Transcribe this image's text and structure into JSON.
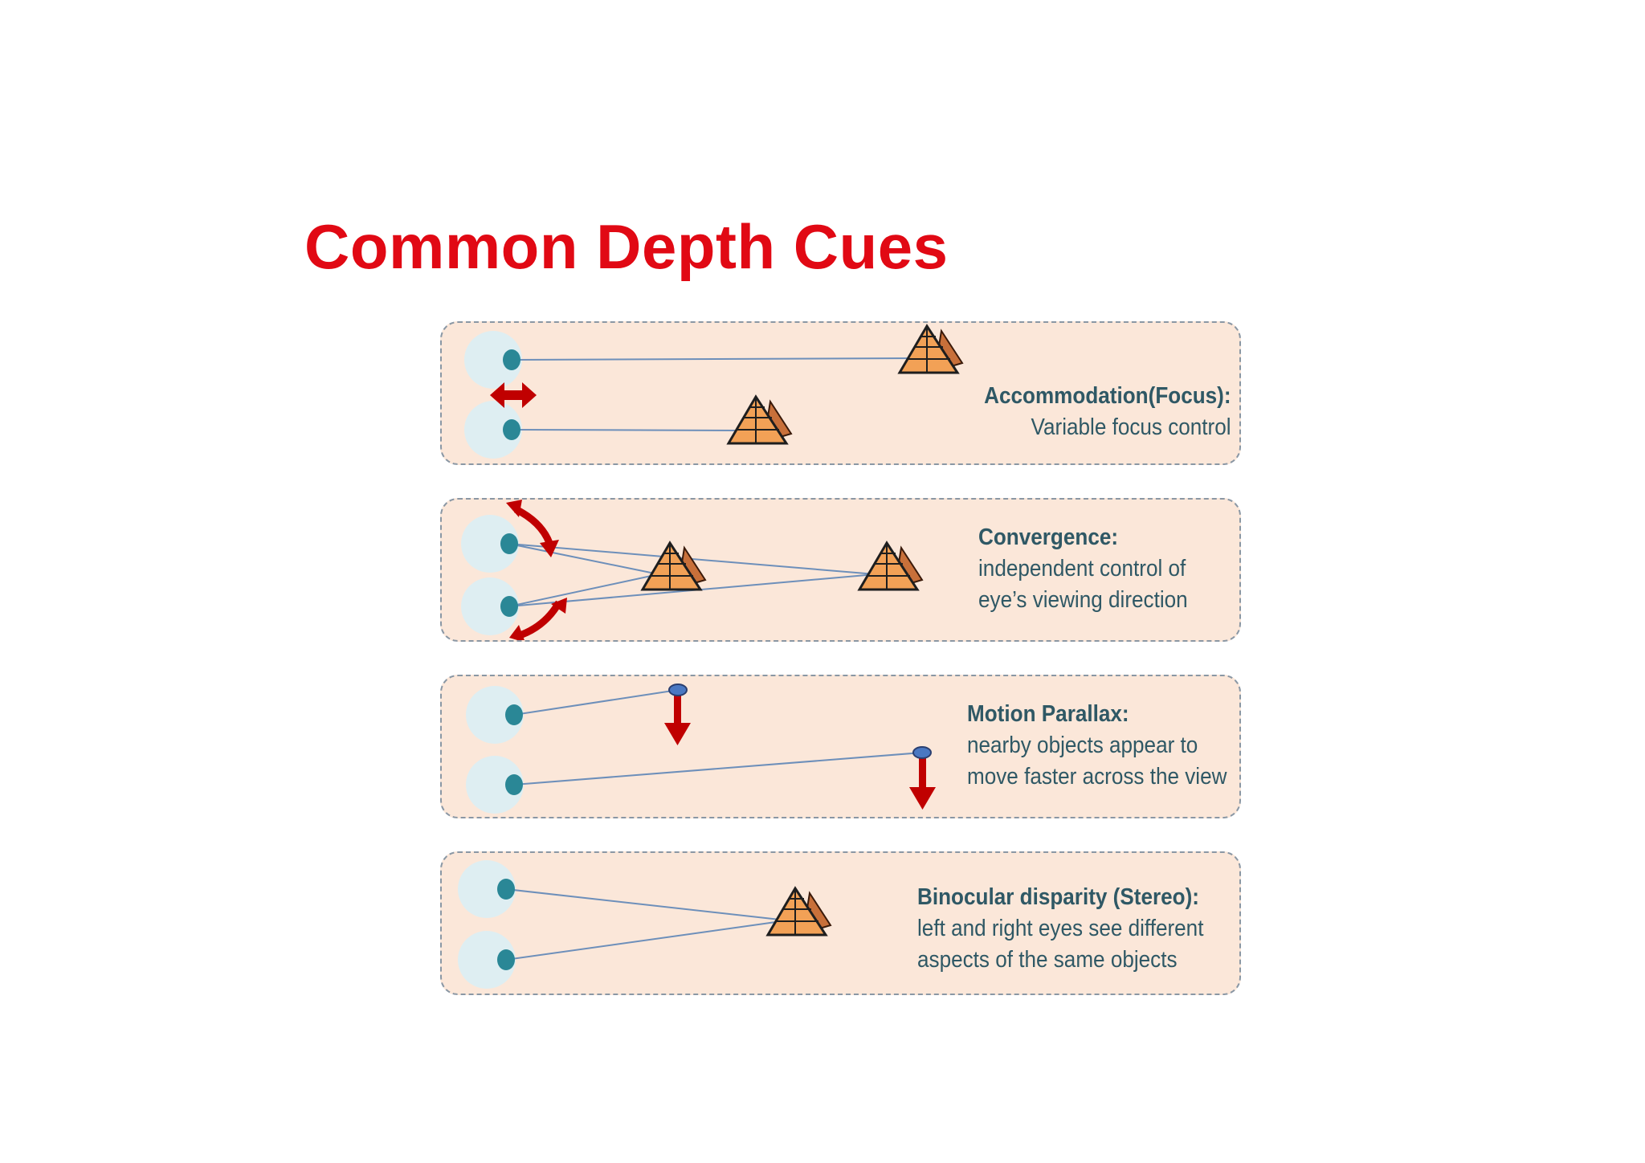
{
  "title": "Common Depth Cues",
  "colors": {
    "title": "#e10914",
    "panel_bg": "#fbe7d9",
    "panel_border": "#8a97a4",
    "eye_white": "#deeef2",
    "pupil": "#2a8796",
    "arrow": "#c00000",
    "text": "#2f5865",
    "pyramid": "#f2a156"
  },
  "cues": [
    {
      "heading": "Accommodation(Focus):",
      "lines": [
        "Variable focus control"
      ]
    },
    {
      "heading": "Convergence:",
      "lines": [
        "independent control of",
        "eye’s viewing direction"
      ]
    },
    {
      "heading": "Motion Parallax:",
      "lines": [
        "nearby objects appear to",
        "move faster across the view"
      ]
    },
    {
      "heading": "Binocular disparity (Stereo):",
      "lines": [
        "left and right eyes see different",
        "aspects of the same objects"
      ]
    }
  ]
}
